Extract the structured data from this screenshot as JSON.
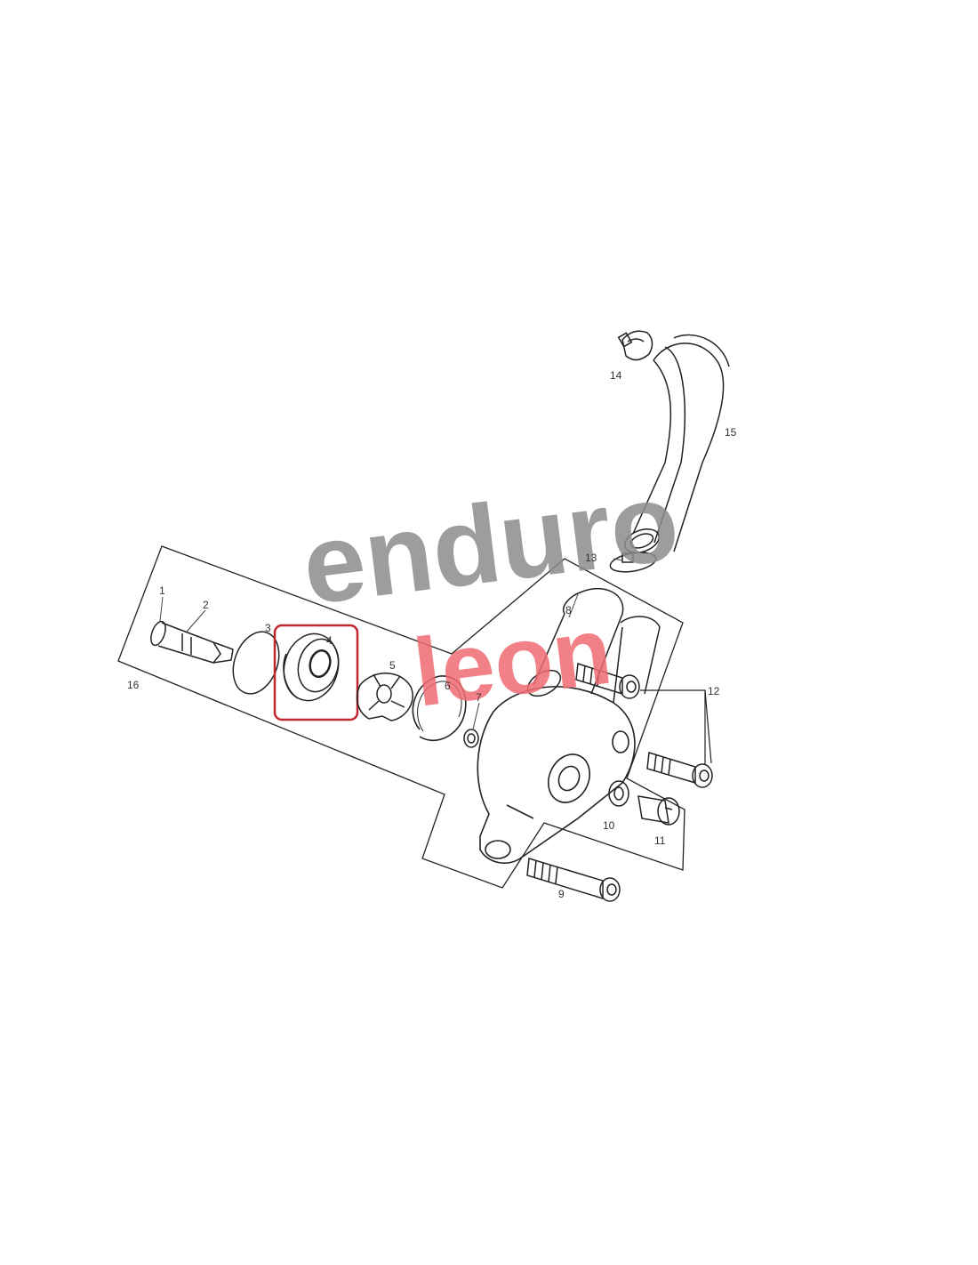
{
  "callouts": {
    "c1": "1",
    "c2": "2",
    "c3": "3",
    "c4": "4",
    "c5": "5",
    "c6": "6",
    "c7": "7",
    "c8": "8",
    "c9": "9",
    "c10": "10",
    "c11": "11",
    "c12": "12",
    "c13": "13",
    "c14": "14",
    "c15": "15",
    "c16": "16"
  },
  "watermark": {
    "line1": "enduro",
    "line2": "leon"
  },
  "highlight_part": "4",
  "colors": {
    "line": "#222222",
    "highlight": "#c0262e",
    "watermark_gray": "#8c8c8c",
    "watermark_red": "#f06a72"
  }
}
